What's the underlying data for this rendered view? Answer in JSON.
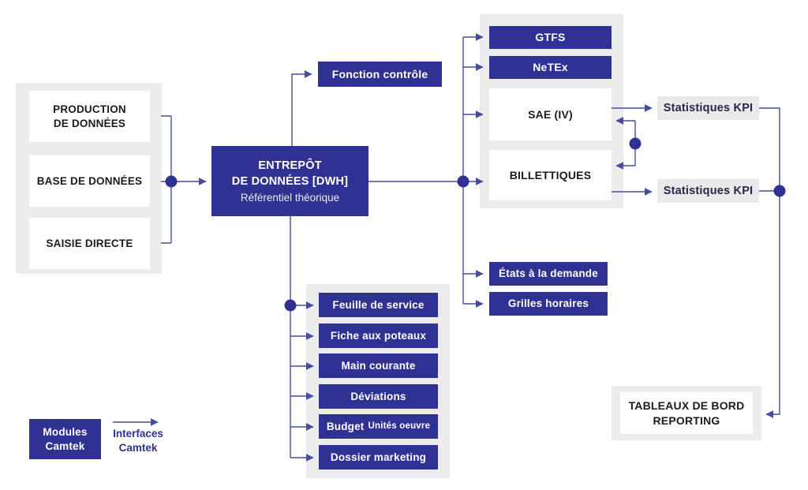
{
  "colors": {
    "module_blue": "#2f3292",
    "connector_blue": "#474d9e",
    "panel_gray": "#ececec",
    "kpi_gray": "#e9e9e9",
    "text_black": "#1b1b1b",
    "kpi_text": "#26284a"
  },
  "sources": {
    "items": [
      {
        "label": "PRODUCTION\nDE DONNÉES"
      },
      {
        "label": "BASE DE DONNÉES"
      },
      {
        "label": "SAISIE DIRECTE"
      }
    ]
  },
  "warehouse": {
    "title": "ENTREPÔT\nDE DONNÉES [DWH]",
    "subtitle": "Référentiel théorique"
  },
  "control": {
    "label": "Fonction contrôle"
  },
  "exports": {
    "items": [
      {
        "label": "GTFS"
      },
      {
        "label": "NeTEx"
      },
      {
        "label": "SAE (IV)"
      },
      {
        "label": "BILLETTIQUES"
      }
    ]
  },
  "kpi": {
    "top": "Statistiques KPI",
    "bottom": "Statistiques KPI"
  },
  "outputs": {
    "items": [
      {
        "label": "États à la demande"
      },
      {
        "label": "Grilles horaires"
      }
    ]
  },
  "modules": {
    "items": [
      {
        "label": "Feuille de service"
      },
      {
        "label": "Fiche aux poteaux"
      },
      {
        "label": "Main courante"
      },
      {
        "label": "Déviations"
      },
      {
        "label": "Budget",
        "sublabel": "Unités oeuvre"
      },
      {
        "label": "Dossier marketing"
      }
    ]
  },
  "reporting": {
    "label": "TABLEAUX DE BORD\nREPORTING"
  },
  "legend": {
    "modules_label": "Modules\nCamtek",
    "interfaces_label": "Interfaces\nCamtek"
  }
}
